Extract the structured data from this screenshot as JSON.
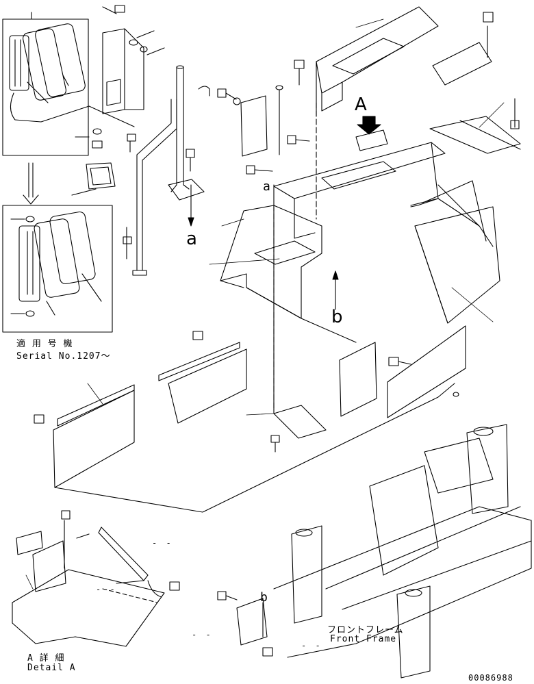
{
  "callouts": {
    "view_a": "A",
    "arrow_a": "a",
    "arrow_a_small": "a",
    "arrow_b": "b",
    "arrow_b_small": "b"
  },
  "inset": {
    "applicable_jp": "適 用 号 機",
    "serial": "Serial No.1207～"
  },
  "front_frame": {
    "jp": "フロントフレーム",
    "en": "Front Frame"
  },
  "detail": {
    "jp": "A 詳 細",
    "en": "Detail A"
  },
  "blank_marks": [
    "- -",
    "- -",
    "- -",
    "- -"
  ],
  "drawing_number": "00086988"
}
